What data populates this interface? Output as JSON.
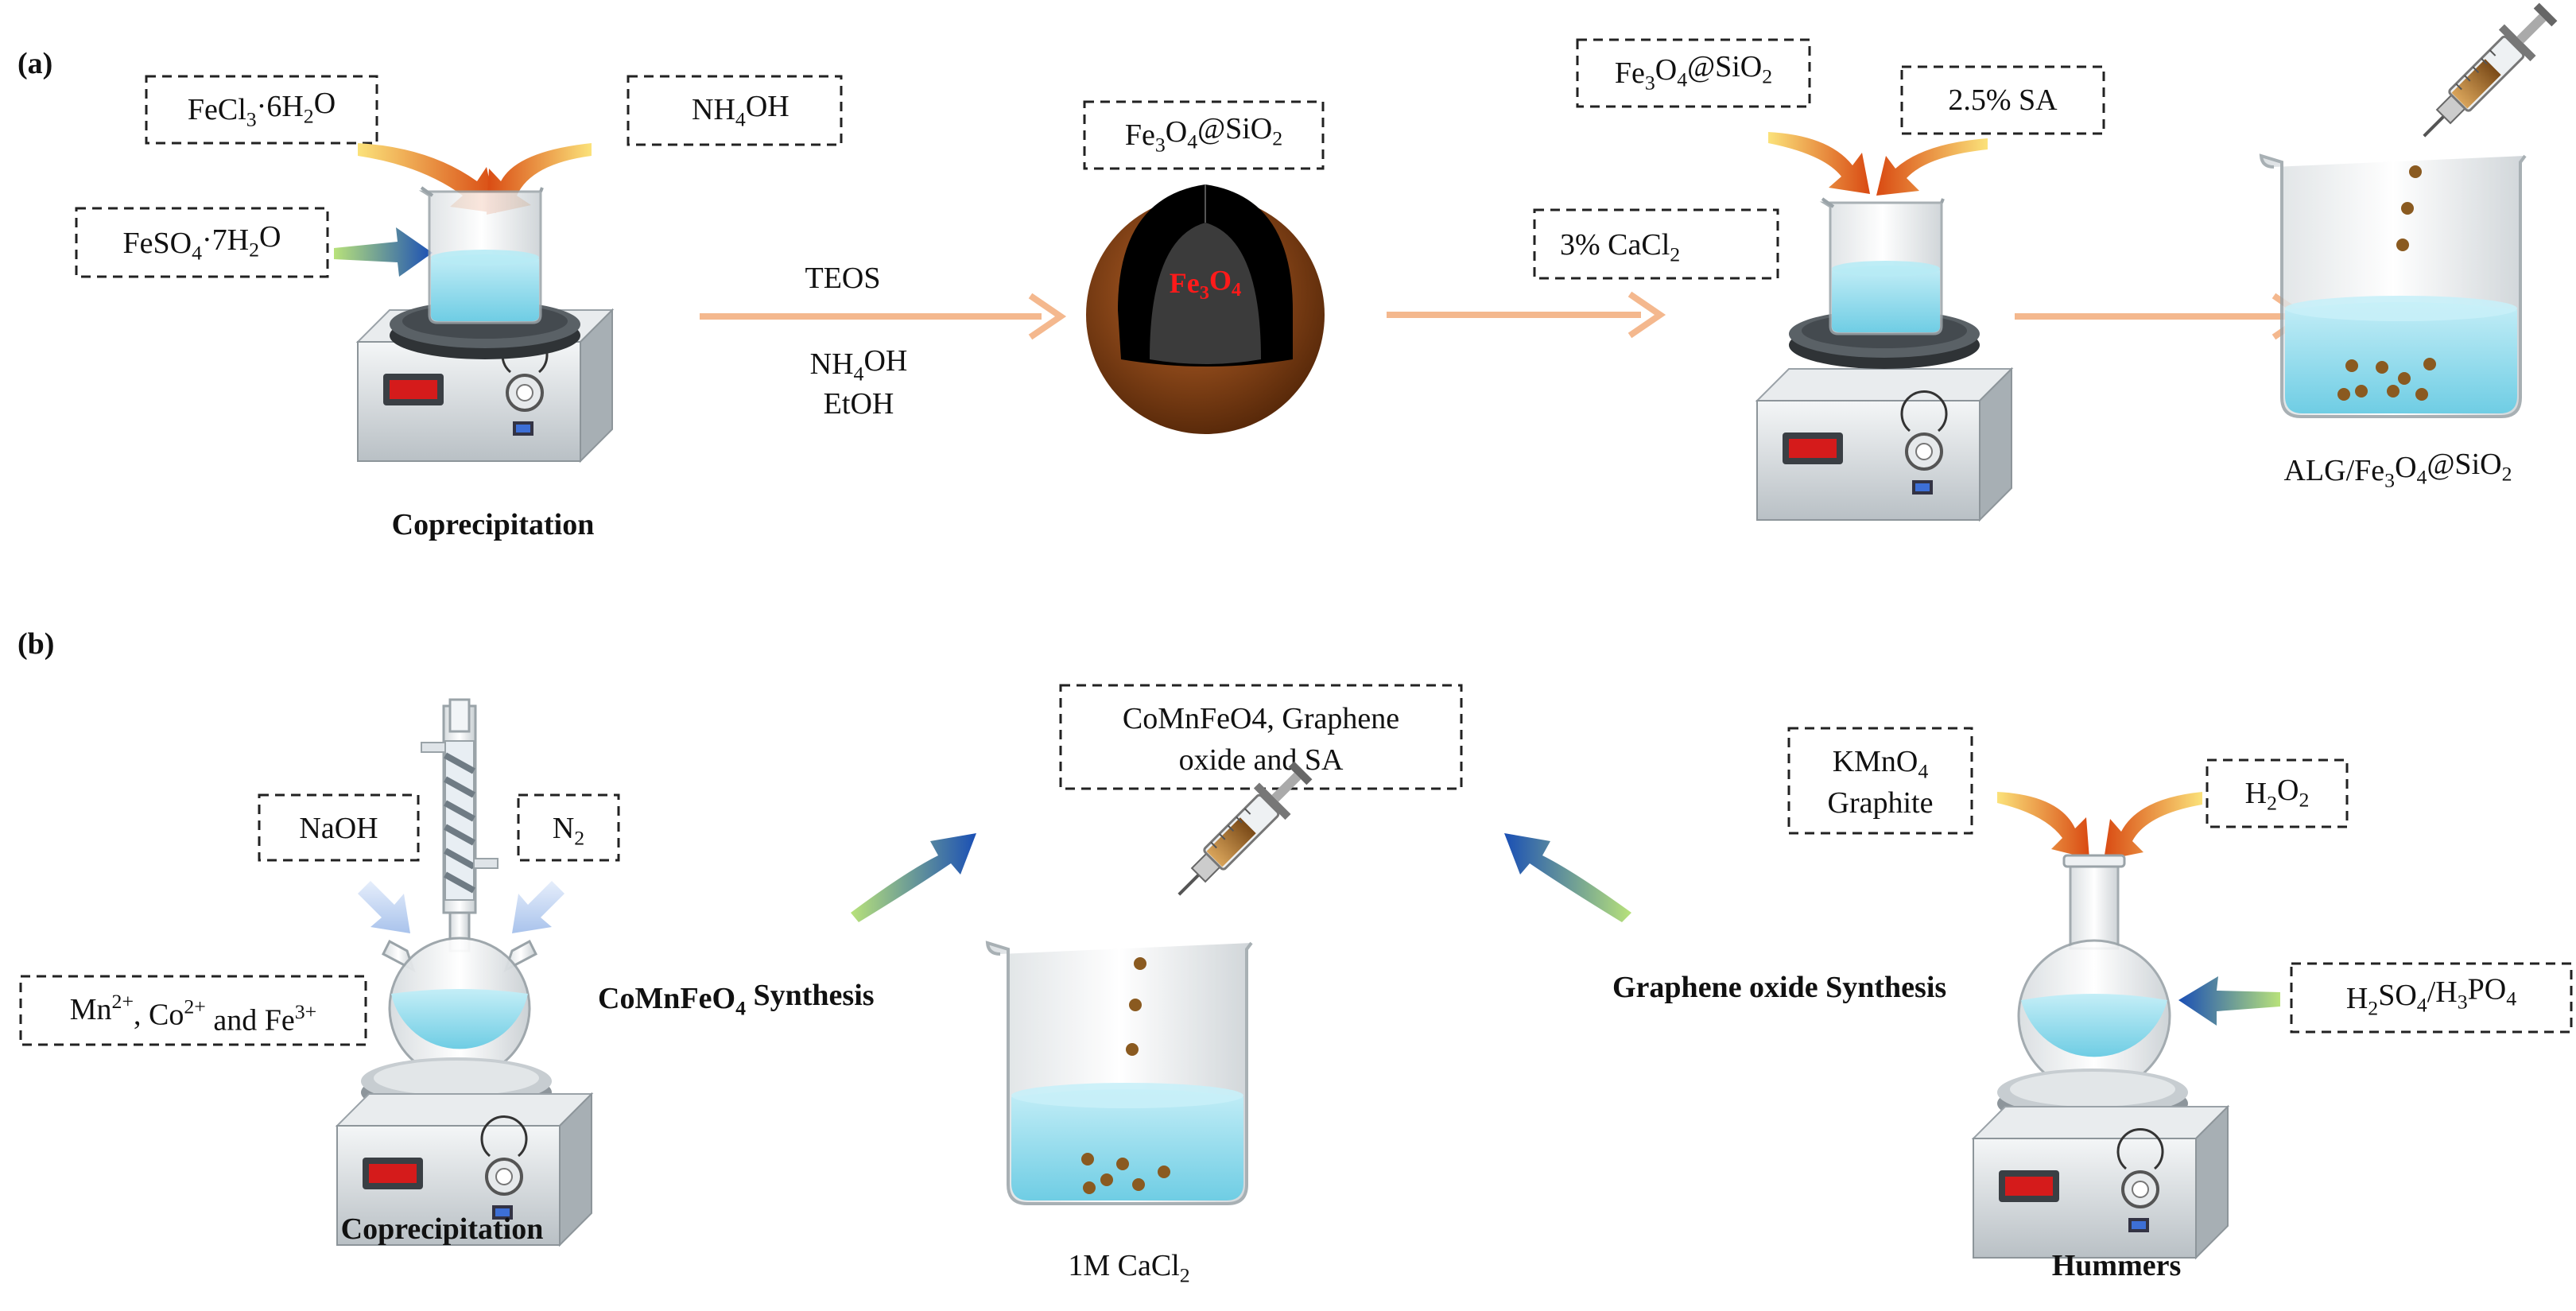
{
  "panel_a": {
    "tag": "(a)",
    "reagents": {
      "fecl3": [
        "FeCl",
        "3",
        "·6H",
        "2",
        "O"
      ],
      "nh4oh": [
        "NH",
        "4",
        "OH"
      ],
      "feso4": [
        "FeSO",
        "4",
        "·7H",
        "2",
        "O"
      ],
      "core_shell": [
        "Fe",
        "3",
        "O",
        "4",
        "@SiO",
        "2"
      ],
      "core_label": [
        "Fe",
        "3",
        "O",
        "4"
      ],
      "beads_input": [
        "Fe",
        "3",
        "O",
        "4",
        "@SiO",
        "2"
      ],
      "sa": "2.5% SA",
      "cacl2": [
        "3% CaCl",
        "2"
      ]
    },
    "step1_label": "Coprecipitation",
    "arrow1_teos": "TEOS",
    "arrow1_nh4oh": [
      "NH",
      "4",
      "OH"
    ],
    "arrow1_etoh": "EtOH",
    "product": [
      "ALG/Fe",
      "3",
      "O",
      "4",
      "@SiO",
      "2"
    ]
  },
  "panel_b": {
    "tag": "(b)",
    "reagents": {
      "naoh": "NaOH",
      "n2": [
        "N",
        "2"
      ],
      "ions": [
        "Mn",
        "2+",
        ", Co",
        "2+",
        " and Fe",
        "3+"
      ],
      "mix_line1": "CoMnFeO4, Graphene",
      "mix_line2": "oxide  and SA",
      "kmno4": [
        "KMnO",
        "4"
      ],
      "graphite": "Graphite",
      "h2o2": [
        "H",
        "2",
        "O",
        "2"
      ],
      "acids": [
        "H",
        "2",
        "SO",
        "4",
        "/H",
        "3",
        "PO",
        "4"
      ]
    },
    "step1_label": "Coprecipitation",
    "synthesis1": [
      "CoMnFeO",
      "4",
      " Synthesis"
    ],
    "bath": [
      "1M CaCl",
      "2"
    ],
    "synthesis2": "Graphene oxide Synthesis",
    "step3_label": "Hummers"
  },
  "colors": {
    "process_arrow": "#f4b88e",
    "hot_arrow": "#e8871e",
    "blue_arrow": "#2062b8",
    "liquid": "#9fdcea",
    "bead": "#8a5a20",
    "sphere": "#9a4e1a"
  }
}
